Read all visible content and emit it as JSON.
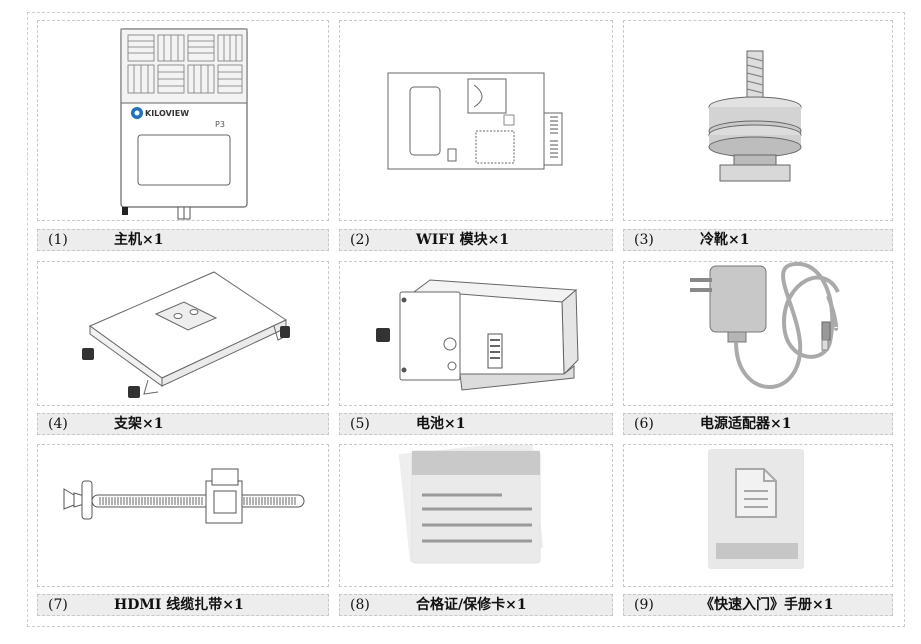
{
  "items": [
    {
      "num": "(1)",
      "label": "主机×1",
      "logo": "KILOVIEW",
      "model": "P3"
    },
    {
      "num": "(2)",
      "label": "WIFI 模块×1"
    },
    {
      "num": "(3)",
      "label": "冷靴×1"
    },
    {
      "num": "(4)",
      "label": "支架×1"
    },
    {
      "num": "(5)",
      "label": "电池×1"
    },
    {
      "num": "(6)",
      "label": "电源适配器×1"
    },
    {
      "num": "(7)",
      "label": "HDMI 线缆扎带×1"
    },
    {
      "num": "(8)",
      "label": "合格证/保修卡×1"
    },
    {
      "num": "(9)",
      "label": "《快速入门》手册×1"
    }
  ],
  "colors": {
    "caption_bg": "#ededed",
    "border": "#c8c8c8",
    "line": "#555555",
    "card": "#d8d8d8",
    "brand": "#1a73c9"
  }
}
